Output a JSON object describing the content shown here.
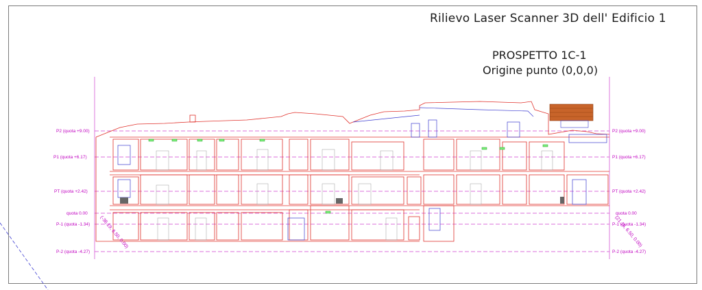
{
  "title": "Rilievo Laser Scanner 3D dell' Edificio 1",
  "subtitle_line1": "PROSPETTO 1C-1",
  "subtitle_line2": "Origine punto (0,0,0)",
  "levels": [
    {
      "id": "p2",
      "label": "P2 (quota +9.00)"
    },
    {
      "id": "p1",
      "label": "P1 (quota +6.17)"
    },
    {
      "id": "pt",
      "label": "PT (quota +2.42)"
    },
    {
      "id": "q0",
      "label": "quota 0.00"
    },
    {
      "id": "pm1",
      "label": "P-1 (quota -1.34)"
    },
    {
      "id": "pm2",
      "label": "P-2 (quota -4.27)"
    }
  ],
  "origin_left_label": "(-36.19, 6.50, 0.00)",
  "origin_right_label": "(21.16, 6.50, 0.00)",
  "colors": {
    "section_lines": "#e0302a",
    "level_lines": "#d040d0",
    "blue_lines": "#3b3bd0",
    "roof_tiles": "#c8642a",
    "window_marks": "#20c020"
  }
}
